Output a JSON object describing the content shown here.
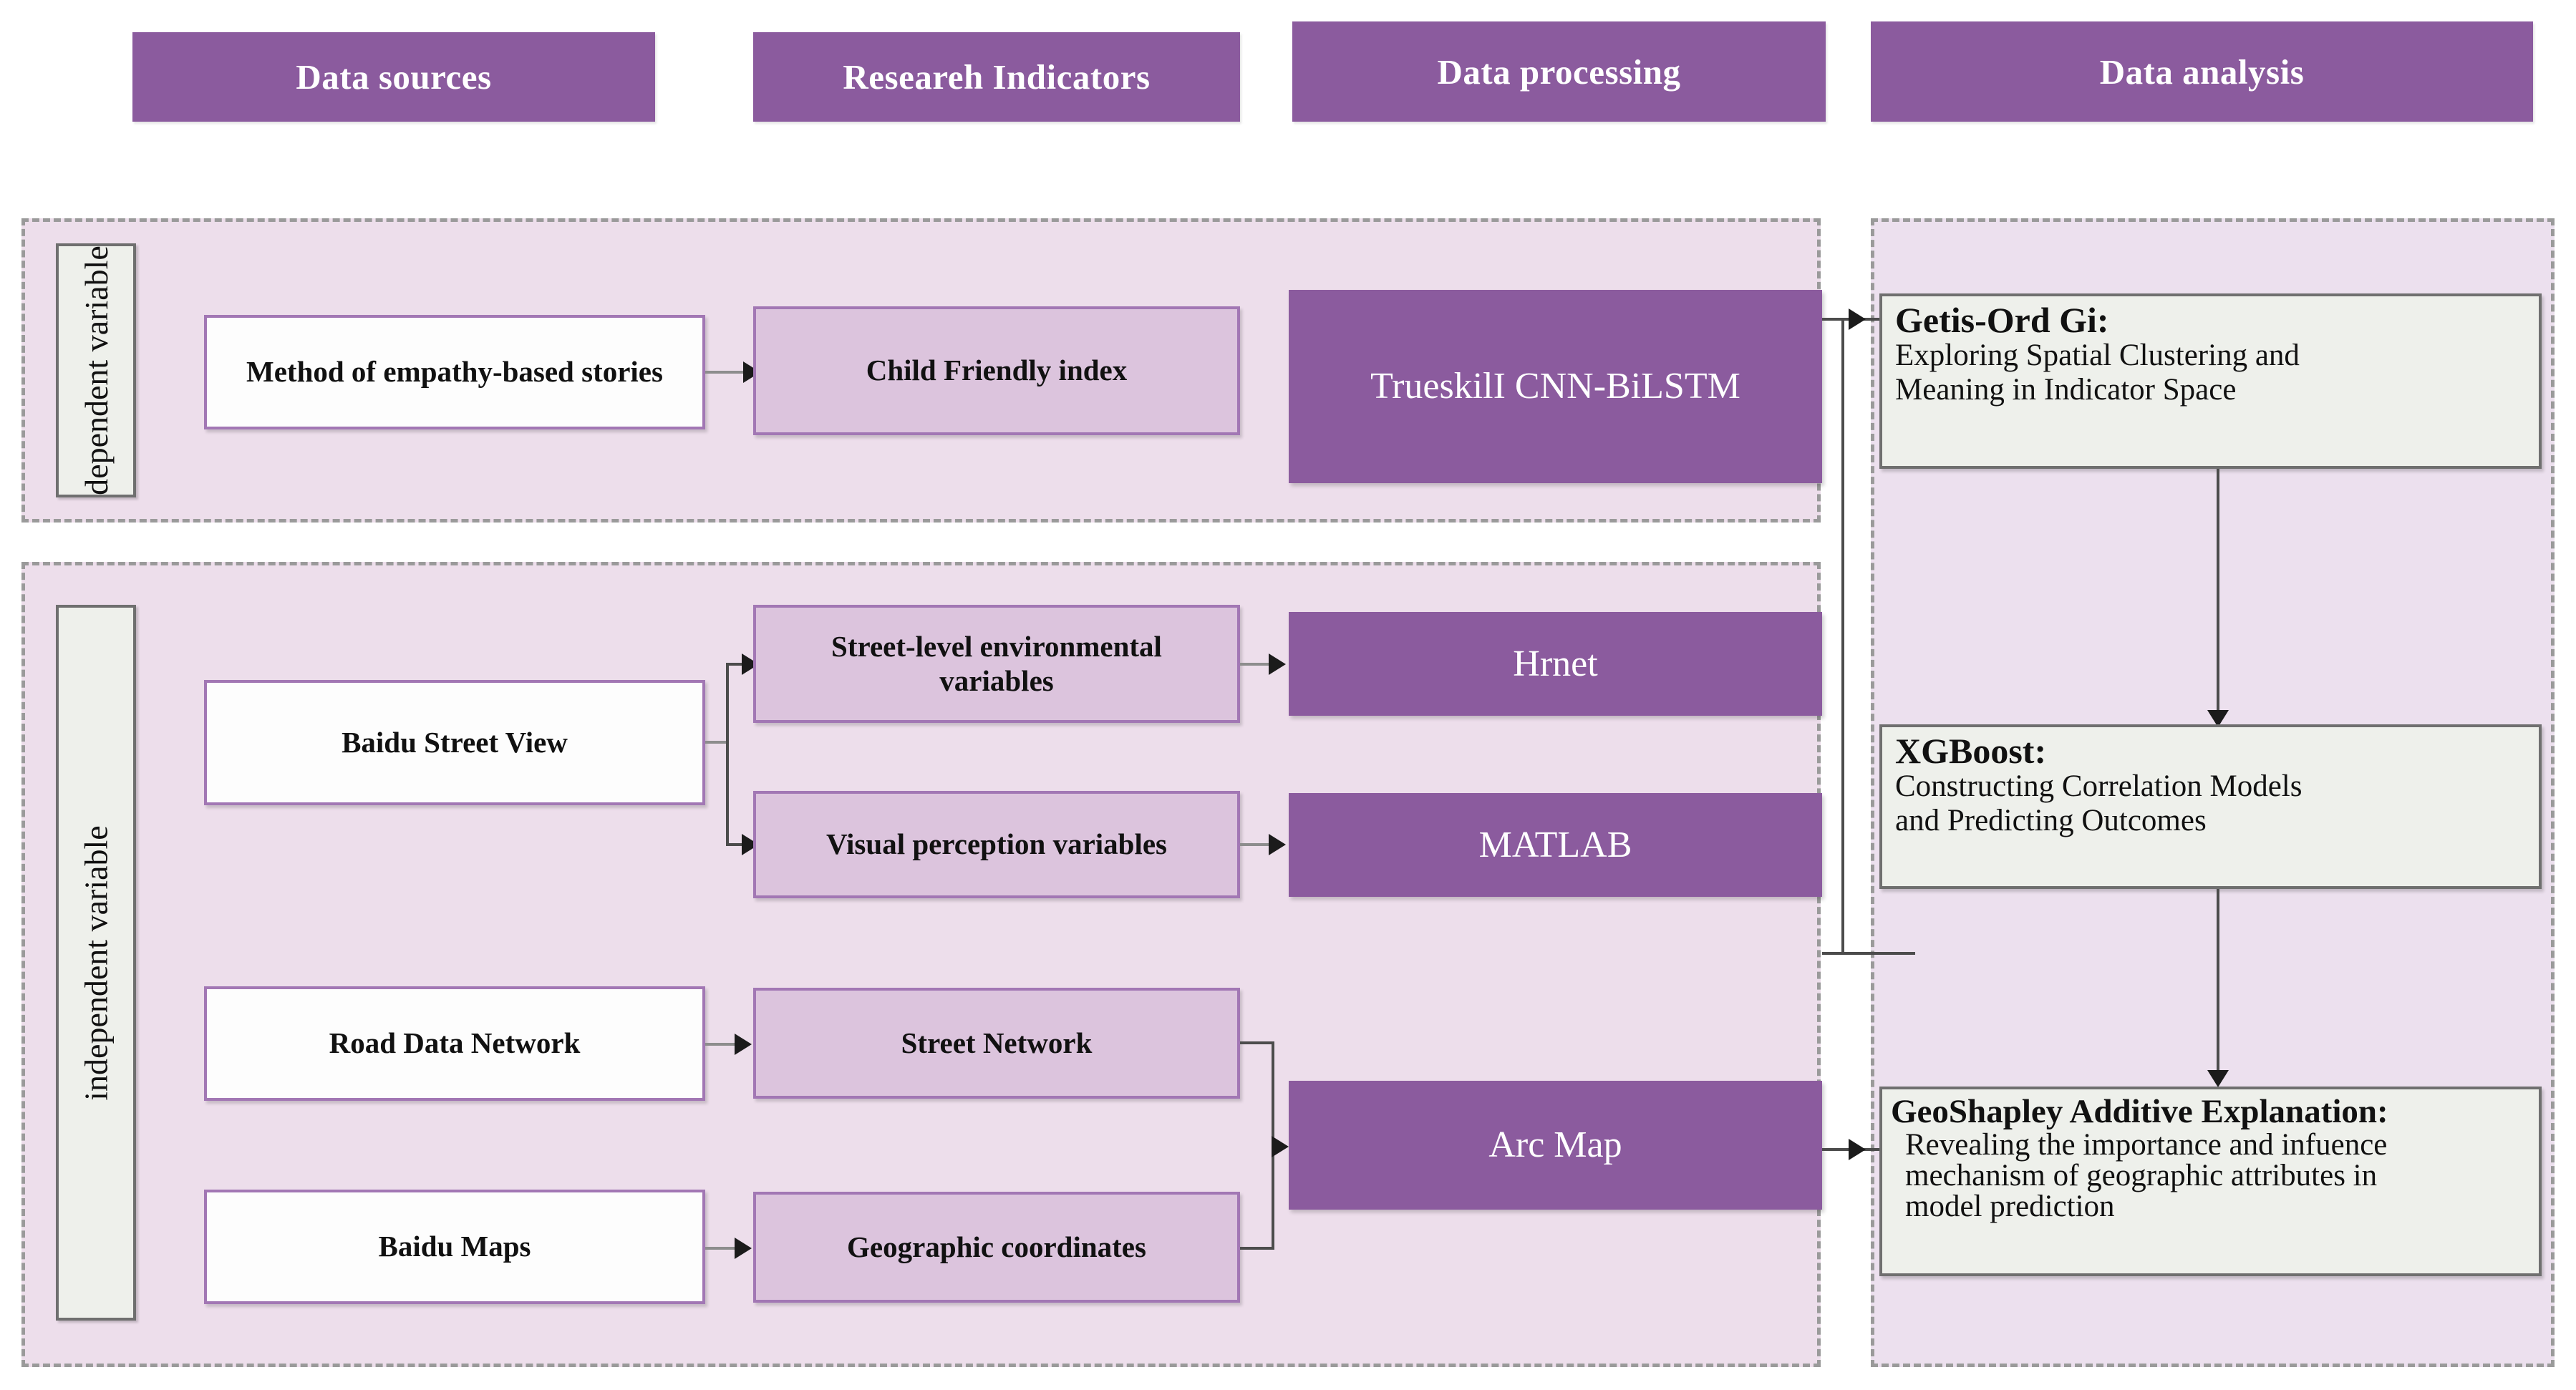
{
  "headers": [
    {
      "label": "Data sources"
    },
    {
      "label": "Researeh Indicators"
    },
    {
      "label": "Data processing"
    },
    {
      "label": "Data analysis"
    }
  ],
  "groups": {
    "dependent": {
      "label": "dependent variable"
    },
    "independent": {
      "label": "independent variable"
    }
  },
  "nodes": {
    "sources": [
      {
        "label": "Method of empathy-based stories"
      },
      {
        "label": "Baidu Street View"
      },
      {
        "label": "Road Data Network"
      },
      {
        "label": "Baidu Maps"
      }
    ],
    "indicators": [
      {
        "label": "Child Friendly index"
      },
      {
        "label": "Street-level environmental variables"
      },
      {
        "label": "Visual perception variables"
      },
      {
        "label": "Street Network"
      },
      {
        "label": "Geographic coordinates"
      }
    ],
    "processing": [
      {
        "label": "TrueskilI CNN-BiLSTM"
      },
      {
        "label": "Hrnet"
      },
      {
        "label": "MATLAB"
      },
      {
        "label": "Arc Map"
      }
    ],
    "analysis": [
      {
        "title": "Getis-Ord Gi:",
        "lines": [
          "Exploring Spatial Clustering and",
          "Meaning in Indicator Space"
        ]
      },
      {
        "title": "XGBoost:",
        "lines": [
          "Constructing Correlation Models",
          "and Predicting Outcomes"
        ]
      },
      {
        "title": "GeoShapley  Additive Explanation:",
        "lines": [
          "Revealing the importance and  infuence",
          "mechanism of geographic  attributes in",
          "model prediction"
        ]
      }
    ]
  },
  "colors": {
    "header_purple": "#8b5b9e",
    "panel_bg": "#eddeeb",
    "indicator_purple": "#dcc4dd",
    "source_white": "#fdfdfd",
    "analysis_grey": "#eef0eb",
    "border_purple": "#a277b4",
    "border_grey": "#6f6f6f",
    "dash_grey": "#9a9a9a",
    "connector": "#4c4c4c"
  }
}
